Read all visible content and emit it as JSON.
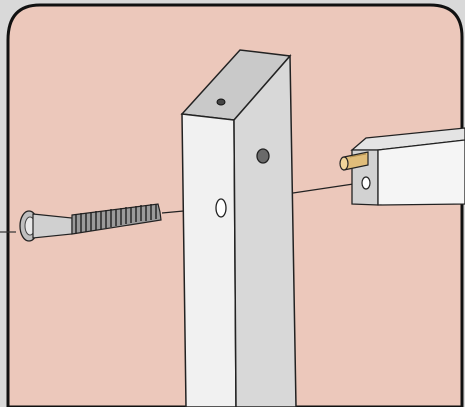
{
  "diagram": {
    "panel_color": "#ecc8bb",
    "outer_color": "#d9d9d9",
    "border_color": "#111111",
    "parts": {
      "bolt": "connector-bolt",
      "post": "vertical-post",
      "rail": "horizontal-rail",
      "dowel": "wooden-dowel"
    },
    "colors": {
      "post_front": "#f1f1f1",
      "post_side": "#d6d6d6",
      "post_top": "#c8c8c8",
      "rail_front": "#f3f3f3",
      "rail_end": "#cfcfcf",
      "dowel": "#e2c07e",
      "bolt": "#bdbdbd",
      "thread": "#2a2a2a"
    }
  }
}
